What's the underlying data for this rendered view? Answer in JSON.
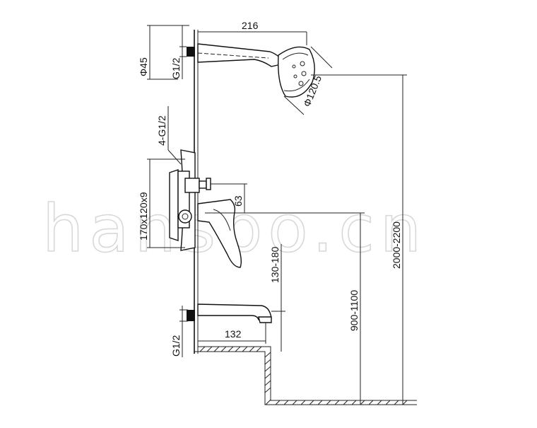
{
  "watermark": "hansbo.cn",
  "dimensions": {
    "arm_length": "216",
    "flange_diameter": "Φ45",
    "arm_thread": "G1/2",
    "head_diameter": "Φ120.5",
    "mounting_screws": "4-G1/2",
    "plate_size": "170x120x9",
    "outlet_offset": "63",
    "height_head": "2000-2200",
    "height_mixer": "900-1100",
    "spout_height": "130-180",
    "spout_length": "132",
    "spout_thread": "G1/2"
  }
}
